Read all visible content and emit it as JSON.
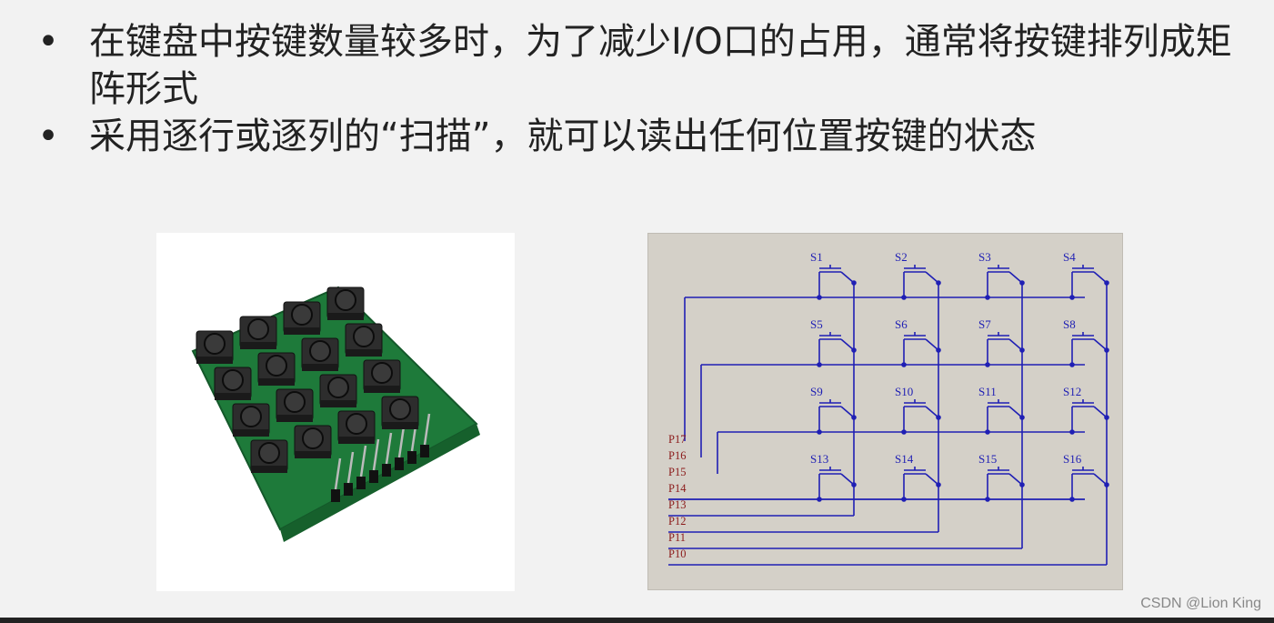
{
  "bullets": [
    {
      "text": "在键盘中按键数量较多时，为了减少I/O口的占用，通常将按键排列成矩阵形式"
    },
    {
      "text": "采用逐行或逐列的“扫描”，就可以读出任何位置按键的状态"
    }
  ],
  "schematic": {
    "switches": [
      [
        "S1",
        "S2",
        "S3",
        "S4"
      ],
      [
        "S5",
        "S6",
        "S7",
        "S8"
      ],
      [
        "S9",
        "S10",
        "S11",
        "S12"
      ],
      [
        "S13",
        "S14",
        "S15",
        "S16"
      ]
    ],
    "pins": [
      "P17",
      "P16",
      "P15",
      "P14",
      "P13",
      "P12",
      "P11",
      "P10"
    ],
    "wire_color": "#1f1fb4",
    "label_color": "#8b1a1a"
  },
  "watermark": "CSDN @Lion King"
}
